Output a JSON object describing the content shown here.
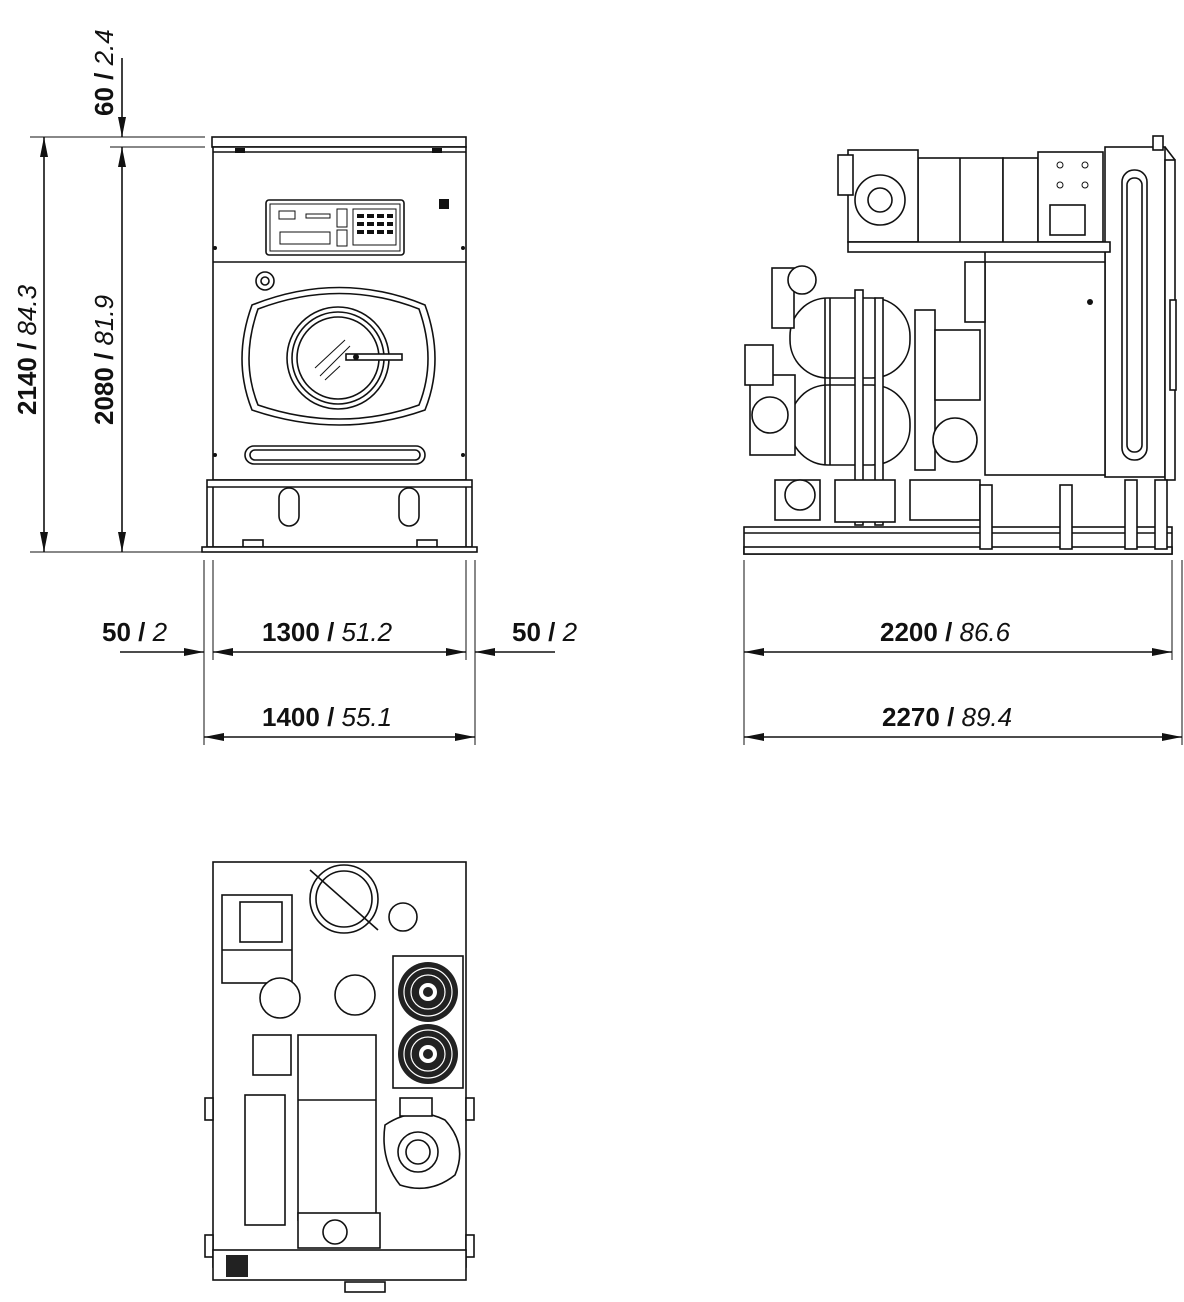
{
  "dimensions": {
    "top_clearance": {
      "mm": "60",
      "sep": " / ",
      "in": "2.4"
    },
    "total_height": {
      "mm": "2140",
      "sep": " / ",
      "in": "84.3"
    },
    "machine_height": {
      "mm": "2080",
      "sep": " / ",
      "in": "81.9"
    },
    "side_clearance_left": {
      "mm": "50",
      "sep": " / ",
      "in": "2"
    },
    "machine_width": {
      "mm": "1300",
      "sep": " / ",
      "in": "51.2"
    },
    "side_clearance_right": {
      "mm": "50",
      "sep": " / ",
      "in": "2"
    },
    "total_width": {
      "mm": "1400",
      "sep": " / ",
      "in": "55.1"
    },
    "machine_depth": {
      "mm": "2200",
      "sep": " / ",
      "in": "86.6"
    },
    "total_depth": {
      "mm": "2270",
      "sep": " / ",
      "in": "89.4"
    }
  }
}
